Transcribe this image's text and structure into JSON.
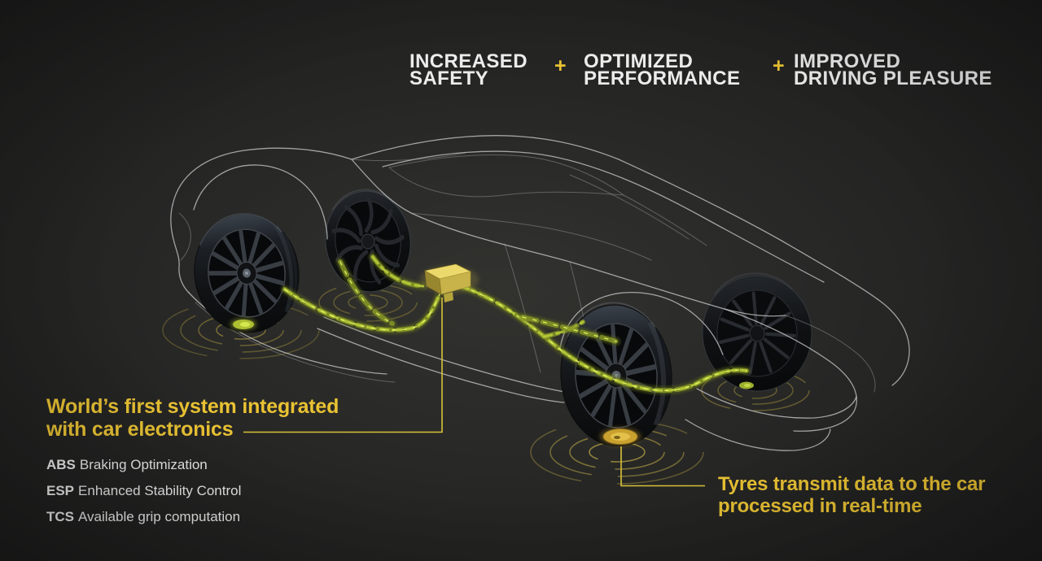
{
  "header": {
    "separator": "+",
    "items": [
      {
        "line1": "INCREASED",
        "line2": "SAFETY"
      },
      {
        "line1": "OPTIMIZED",
        "line2": "PERFORMANCE"
      },
      {
        "line1": "IMPROVED",
        "line2": "DRIVING PLEASURE"
      }
    ]
  },
  "callout_left": {
    "title_line1": "World’s first system integrated",
    "title_line2": "with car electronics",
    "features": [
      {
        "abbr": "ABS",
        "desc": "Braking Optimization"
      },
      {
        "abbr": "ESP",
        "desc": "Enhanced Stability Control"
      },
      {
        "abbr": "TCS",
        "desc": "Available grip computation"
      }
    ]
  },
  "callout_right": {
    "line1": "Tyres transmit data to the car",
    "line2": "processed in real-time"
  },
  "illustration": {
    "description": "Wireframe sports car with sensor-equipped tyres sending yellow-green data streams to a central ECU; signal ripples radiate under each wheel",
    "icons": {
      "car": "car-wireframe",
      "ecu": "ecu-box-icon",
      "tyre_sensor": "tyre-sensor-icon",
      "ripples": "signal-ripples-icon",
      "data_stream": "data-stream-icon"
    },
    "colors": {
      "accent_yellow": "#e9c233",
      "stream_green": "#a9bb2f",
      "wireframe_white": "#c7c7c7",
      "background": "#1e1e1e",
      "text_white": "#ececec"
    }
  }
}
